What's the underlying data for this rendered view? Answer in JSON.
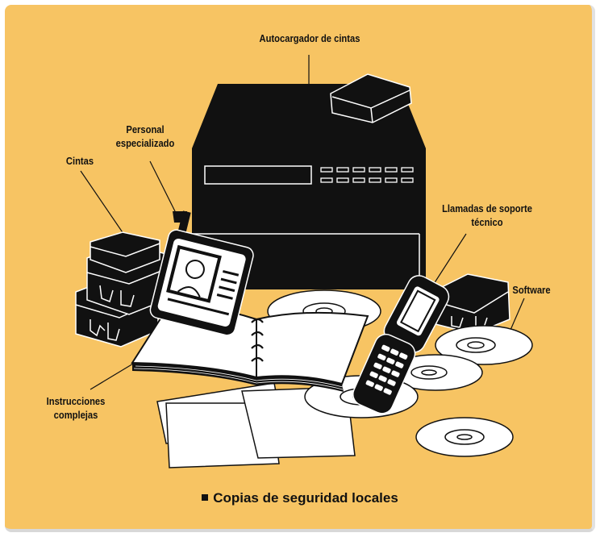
{
  "labels": {
    "autoloader": "Autocargador de cintas",
    "staff_line1": "Personal",
    "staff_line2": "especializado",
    "tapes": "Cintas",
    "support_line1": "Llamadas de soporte",
    "support_line2": "técnico",
    "software": "Software",
    "instructions_line1": "Instrucciones",
    "instructions_line2": "complejas"
  },
  "caption": "Copias de seguridad locales",
  "colors": {
    "background": "#f7c463",
    "ink": "#111111",
    "paper": "#ffffff"
  }
}
